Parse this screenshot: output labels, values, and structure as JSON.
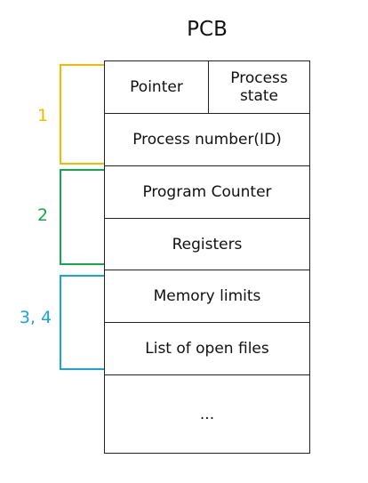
{
  "title": "PCB",
  "table": {
    "row1": {
      "left": "Pointer",
      "right": "Process state"
    },
    "row2": "Process number(ID)",
    "row3": "Program Counter",
    "row4": "Registers",
    "row5": "Memory limits",
    "row6": "List of open files",
    "row7": "..."
  },
  "groups": [
    {
      "label": "1",
      "color": "#f5b800"
    },
    {
      "label": "2",
      "color": "#14a84d"
    },
    {
      "label": "3, 4",
      "color": "#1ba3e0"
    }
  ]
}
